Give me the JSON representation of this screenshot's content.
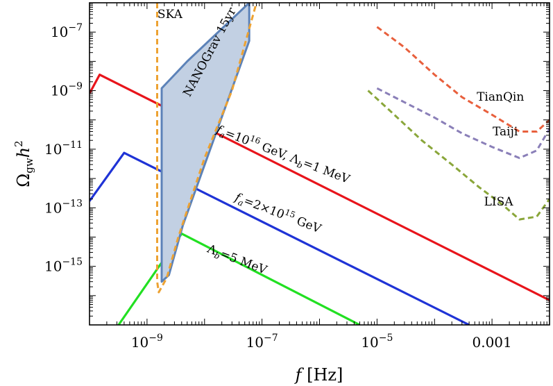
{
  "chart_data": {
    "type": "line",
    "xlabel": "f [Hz]",
    "ylabel": "Ωgwh2",
    "x_scale": "log",
    "y_scale": "log",
    "xlim": [
      1e-10,
      0.01
    ],
    "ylim": [
      1e-17,
      1e-06
    ],
    "grid": false,
    "x_ticks": [
      {
        "value": 1e-09,
        "label": "10−9"
      },
      {
        "value": 1e-07,
        "label": "10−7"
      },
      {
        "value": 1e-05,
        "label": "10−5"
      },
      {
        "value": 0.001,
        "label": "0.001"
      }
    ],
    "y_ticks": [
      {
        "value": 1e-07,
        "label": "10−7"
      },
      {
        "value": 1e-09,
        "label": "10−9"
      },
      {
        "value": 1e-11,
        "label": "10−11"
      },
      {
        "value": 1e-13,
        "label": "10−13"
      },
      {
        "value": 1e-15,
        "label": "10−15"
      }
    ],
    "series": [
      {
        "name": "fa=1016 GeV, Λb=1 MeV",
        "color": "#e8141b",
        "style": "solid",
        "x": [
          1e-10,
          1.5e-10,
          0.01
        ],
        "y": [
          8e-10,
          3.5e-09,
          7e-17
        ]
      },
      {
        "name": "fa=2×1015 GeV",
        "color": "#1f33d6",
        "style": "solid",
        "x": [
          1e-10,
          4e-10,
          0.0004
        ],
        "y": [
          1.7e-13,
          7.5e-12,
          1e-17
        ]
      },
      {
        "name": "Λb=5 MeV",
        "color": "#22e022",
        "style": "solid",
        "x": [
          3.2e-10,
          4e-09,
          5e-06
        ],
        "y": [
          1e-17,
          1.3e-14,
          1e-17
        ]
      },
      {
        "name": "NANOGrav 15yr",
        "color": "#5c82b8",
        "fill": "#c2d0e3",
        "style": "region",
        "x": [
          1.8e-09,
          1.8e-09,
          5e-09,
          6e-08,
          6e-08,
          4.2e-09,
          2.4e-09,
          1.8e-09
        ],
        "y": [
          3e-16,
          1.2e-09,
          1e-08,
          1e-06,
          5e-08,
          2.5e-14,
          5e-16,
          3e-16
        ]
      },
      {
        "name": "SKA",
        "color": "#eda232",
        "style": "dashed",
        "x": [
          1.5e-09,
          1.5e-09,
          1.5e-09,
          1.6e-09,
          2.2e-09,
          3.5e-09,
          1e-08,
          3e-08,
          8e-08
        ],
        "y": [
          1e-06,
          1e-09,
          3e-16,
          1.3e-16,
          4e-16,
          1e-14,
          5e-12,
          1e-09,
          1e-06
        ]
      },
      {
        "name": "TianQin",
        "color": "#e85f3c",
        "style": "dashed",
        "x": [
          1e-05,
          3e-05,
          0.0001,
          0.0003,
          0.001,
          0.003,
          0.006,
          0.01
        ],
        "y": [
          1.5e-07,
          3e-08,
          3.5e-09,
          6e-10,
          1.5e-10,
          4e-11,
          4e-11,
          1e-10
        ]
      },
      {
        "name": "Taiji",
        "color": "#8a7fb8",
        "style": "dashed",
        "x": [
          1e-05,
          3e-05,
          0.0001,
          0.0003,
          0.001,
          0.003,
          0.006,
          0.01
        ],
        "y": [
          1.2e-09,
          4e-10,
          1.2e-10,
          3.5e-11,
          1.2e-11,
          5e-12,
          9e-12,
          5e-11
        ]
      },
      {
        "name": "LISA",
        "color": "#8aa63a",
        "style": "dashed",
        "x": [
          7e-06,
          2e-05,
          6e-05,
          0.0002,
          0.0006,
          0.0015,
          0.003,
          0.006,
          0.01
        ],
        "y": [
          1e-09,
          1.5e-10,
          2e-11,
          3e-12,
          5e-13,
          1.3e-13,
          4e-14,
          5e-14,
          2e-13
        ]
      }
    ],
    "annotations": [
      {
        "text": "SKA",
        "x": 2.5e-09,
        "y": 3e-07
      },
      {
        "text": "NANOGrav 15yr",
        "x": 1.4e-08,
        "y": 1.8e-08
      },
      {
        "text": "TianQin",
        "x": 0.0014,
        "y": 4.5e-10
      },
      {
        "text": "Taiji",
        "x": 0.0017,
        "y": 3e-11
      },
      {
        "text": "LISA",
        "x": 0.0013,
        "y": 1.2e-13
      },
      {
        "text": "fa=1016 GeV, Λb=1 MeV",
        "x": 2.2e-07,
        "y": 5e-12
      },
      {
        "text": "fa=2×1015 GeV",
        "x": 1.8e-07,
        "y": 5e-14
      },
      {
        "text": "Λb=5 MeV",
        "x": 3.5e-08,
        "y": 1.3e-15
      }
    ]
  }
}
